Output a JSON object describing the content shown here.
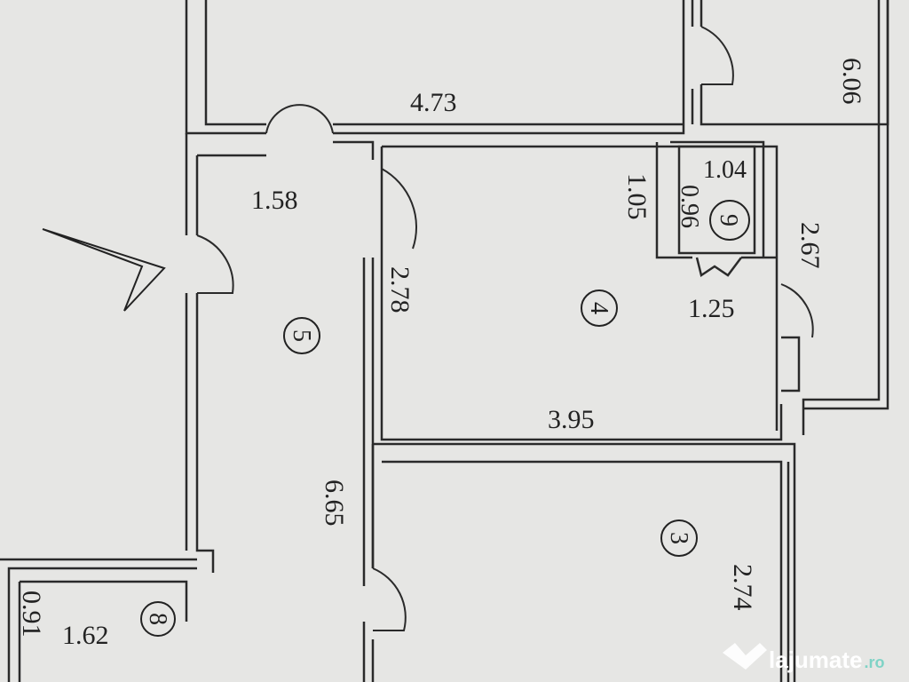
{
  "plan": {
    "dimensions": {
      "d_473": "4.73",
      "d_606": "6.06",
      "d_158": "1.58",
      "d_105": "1.05",
      "d_104": "1.04",
      "d_096": "0.96",
      "d_267": "2.67",
      "d_278": "2.78",
      "d_125": "1.25",
      "d_395": "3.95",
      "d_665": "6.65",
      "d_274": "2.74",
      "d_162": "1.62",
      "d_091": "0.91"
    },
    "rooms": {
      "r3": "3",
      "r4": "4",
      "r5": "5",
      "r8": "8",
      "r9": "9"
    }
  },
  "watermark": {
    "brand": "lajumate",
    "tld": ".ro"
  },
  "colors": {
    "background": "#e6e6e4",
    "lines": "#2a2a2a",
    "accent": "#7fd3c6"
  }
}
